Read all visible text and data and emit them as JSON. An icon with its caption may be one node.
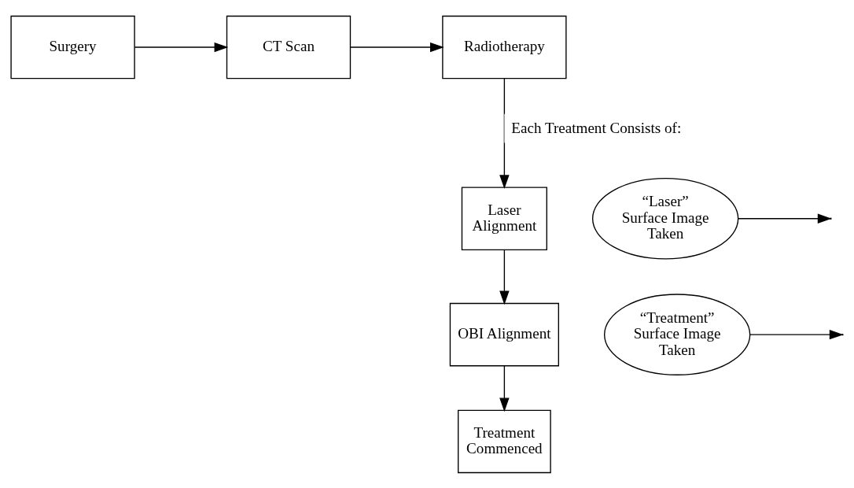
{
  "diagram": {
    "nodes": [
      {
        "text": [
          "Surgery"
        ]
      },
      {
        "text": [
          "CT Scan"
        ]
      },
      {
        "text": [
          "Radiotherapy"
        ]
      },
      {
        "text": [
          "Laser Alignment"
        ]
      },
      {
        "text": [
          "“Laser” Surface Image Taken"
        ]
      },
      {
        "text": [
          "OBI Alignment"
        ]
      },
      {
        "text": [
          "“Treatment” Surface Image Taken"
        ]
      },
      {
        "text": [
          "Treatment Commenced"
        ]
      }
    ],
    "edges": [
      {
        "from": 0,
        "to": 1,
        "arrow": "to"
      },
      {
        "from": 1,
        "to": 2,
        "arrow": "to"
      },
      {
        "from": 2,
        "to": 3,
        "arrow": "to",
        "label": "Each Treatment Consists of:"
      },
      {
        "from": 3,
        "to": 5,
        "arrow": "to"
      },
      {
        "from": 4,
        "to": null,
        "arrow": "to"
      },
      {
        "from": 5,
        "to": 7,
        "arrow": "to"
      },
      {
        "from": 6,
        "to": null,
        "arrow": "to"
      }
    ]
  }
}
